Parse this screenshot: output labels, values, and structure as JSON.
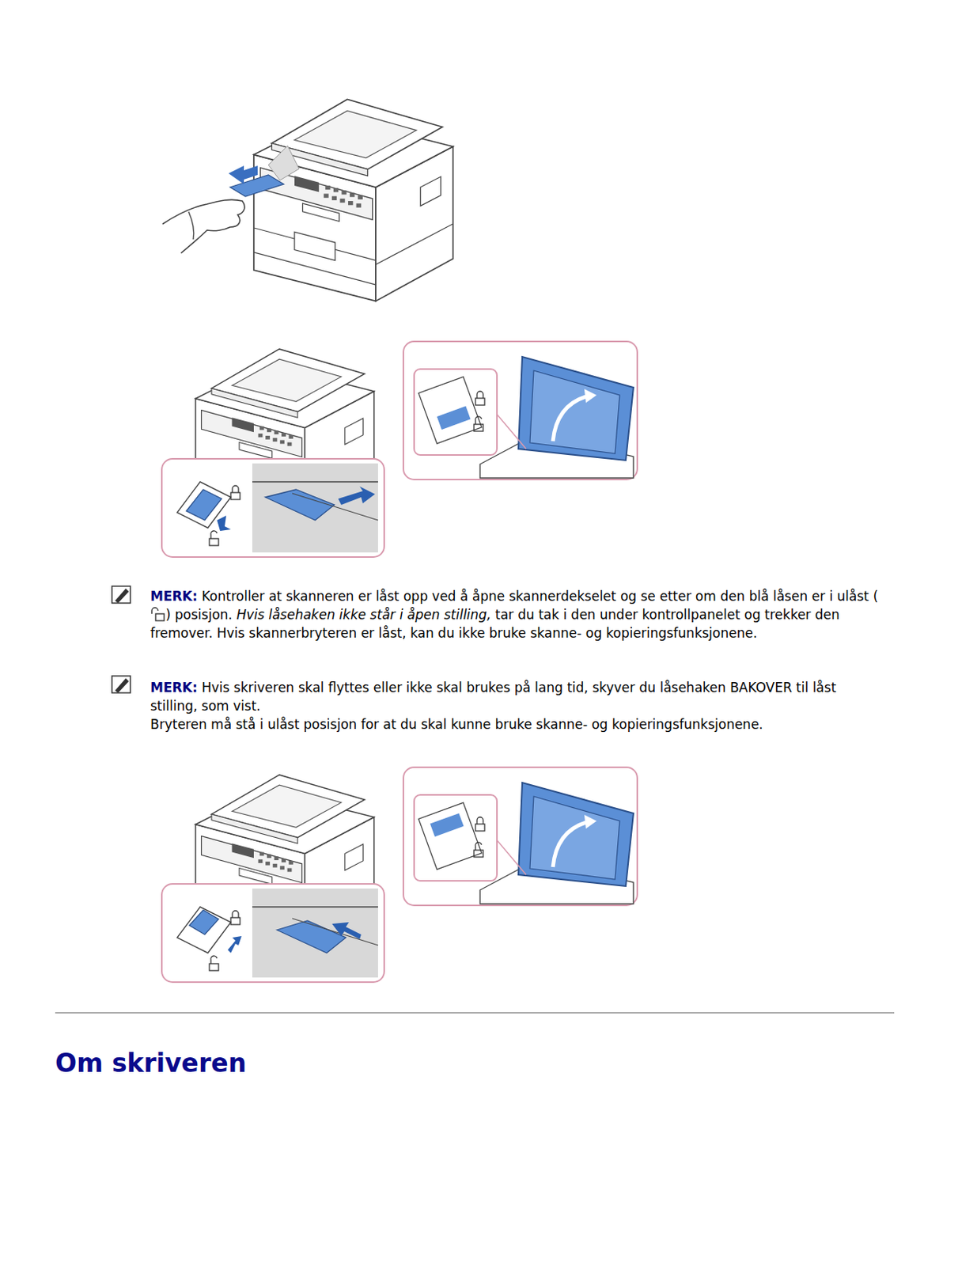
{
  "diagram": {
    "title": "Om skriveren",
    "labels": [
      "MERK:",
      "Kontroller at skanneren er låst opp ved å åpne skannerdekselet og se etter om den blå låsen er i ulåst (",
      ") posisjon.",
      "Hvis låsehaken ikke står i åpen stilling,",
      "tar du tak i den under kontrollpanelet og trekker den fremover. Hvis skannerbryteren er låst, kan du ikke bruke skanne- og kopieringsfunksjonene.",
      "MERK:",
      "Hvis skriveren skal flyttes eller ikke skal brukes på lang tid, skyver du låsehaken BAKOVER til låst stilling, som vist.",
      "Bryteren må stå i ulåst posisjon for at du skal kunne bruke skanne- og kopieringsfunksjonene."
    ]
  }
}
